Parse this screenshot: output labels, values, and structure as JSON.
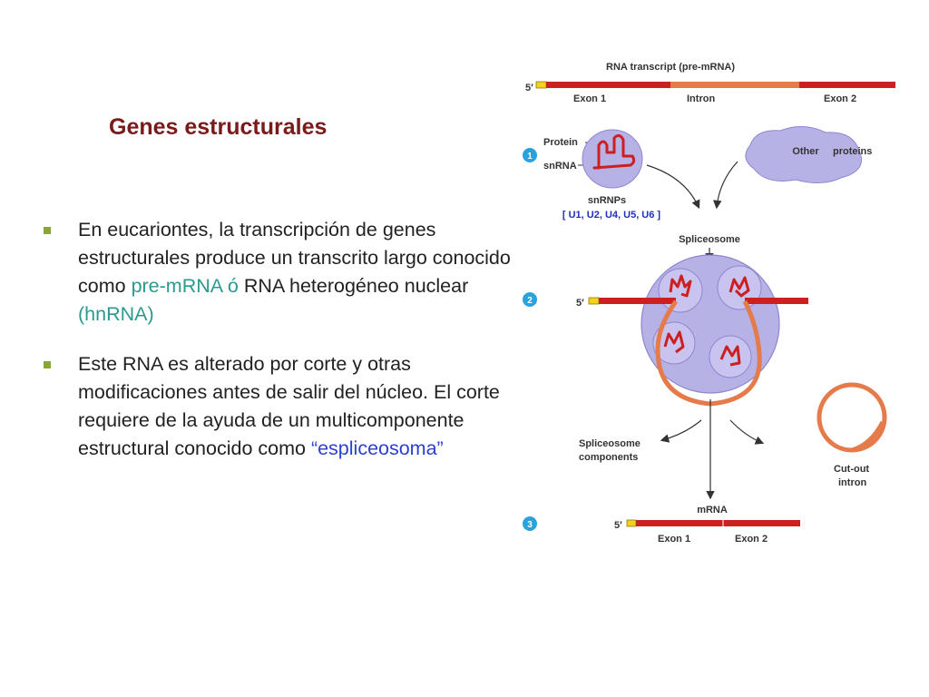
{
  "slide": {
    "title": "Genes estructurales"
  },
  "bullets": [
    {
      "t1": "En eucariontes, la transcripción de genes estructurales produce un transcrito largo conocido como ",
      "h1": "pre-mRNA ó",
      "t2": " RNA heterogéneo nuclear ",
      "h2": "(hnRNA)"
    },
    {
      "t1": "Este RNA es alterado por corte y otras modificaciones antes de salir del núcleo. El corte requiere de la ayuda de un multicomponente estructural conocido como ",
      "h1": "“espliceosoma”"
    }
  ],
  "figure": {
    "transcript_title": "RNA transcript (pre-mRNA)",
    "five_prime": "5′",
    "exon1": "Exon 1",
    "intron": "Intron",
    "exon2": "Exon 2",
    "step1": "1",
    "step2": "2",
    "step3": "3",
    "protein": "Protein",
    "snrna": "snRNA",
    "other_proteins_1": "Other",
    "other_proteins_2": "proteins",
    "snrnps": "snRNPs",
    "snrnp_list": "[ U1, U2, U4, U5, U6 ]",
    "spliceosome": "Spliceosome",
    "components_1": "Spliceosome",
    "components_2": "components",
    "cutout_1": "Cut-out",
    "cutout_2": "intron",
    "mrna": "mRNA",
    "colors": {
      "exon": "#cc1f1f",
      "intron": "#e57a4a",
      "cap": "#f2d21b",
      "blob": "#b7b2e6",
      "step_badge": "#2aa3dd",
      "label_blue": "#1f2fbf"
    }
  }
}
